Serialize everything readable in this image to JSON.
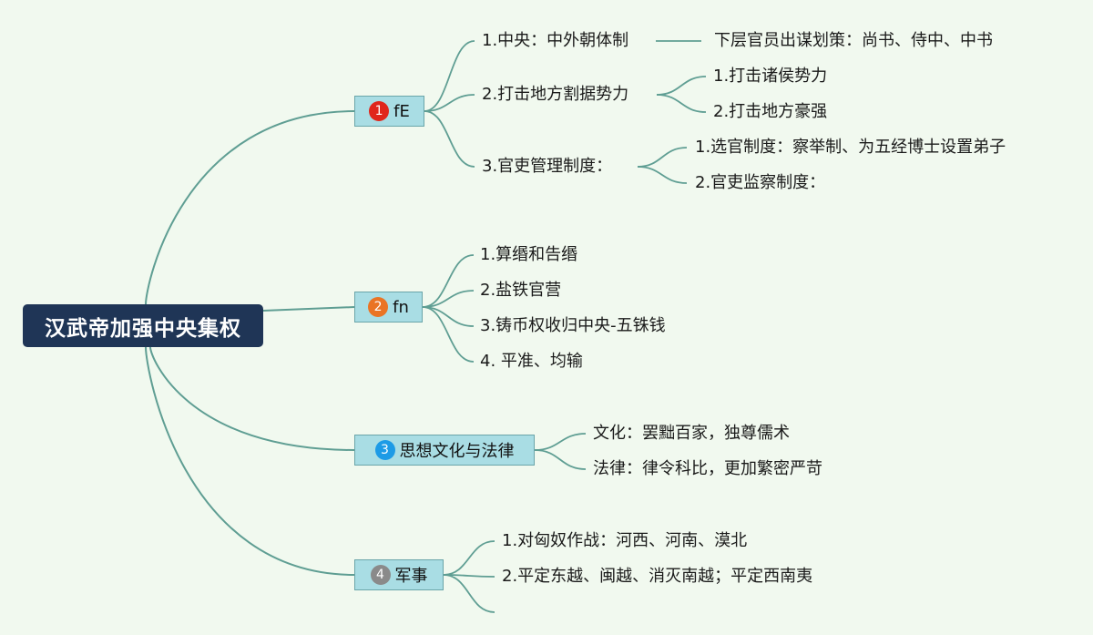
{
  "root": {
    "label": "汉武帝加强中央集权"
  },
  "topics": [
    {
      "marker": "1",
      "marker_color": "#e0261c",
      "label": "fE",
      "children": [
        {
          "label": "1.中央：中外朝体制",
          "children": [
            {
              "label": "下层官员出谋划策：尚书、侍中、中书"
            }
          ]
        },
        {
          "label": "2.打击地方割据势力",
          "children": [
            {
              "label": "1.打击诸侯势力"
            },
            {
              "label": "2.打击地方豪强"
            }
          ]
        },
        {
          "label": "3.官吏管理制度：",
          "children": [
            {
              "label": "1.选官制度：察举制、为五经博士设置弟子"
            },
            {
              "label": "2.官吏监察制度："
            }
          ]
        }
      ]
    },
    {
      "marker": "2",
      "marker_color": "#ea7424",
      "label": "fn",
      "children": [
        {
          "label": "1.算缗和告缗"
        },
        {
          "label": "2.盐铁官营"
        },
        {
          "label": "3.铸币权收归中央-五铢钱"
        },
        {
          "label": "4. 平准、均输"
        }
      ]
    },
    {
      "marker": "3",
      "marker_color": "#1d9be6",
      "label": "思想文化与法律",
      "children": [
        {
          "label": "文化：罢黜百家，独尊儒术"
        },
        {
          "label": "法律：律令科比，更加繁密严苛"
        }
      ]
    },
    {
      "marker": "4",
      "marker_color": "#8a8a8a",
      "label": "军事",
      "children": [
        {
          "label": "1.对匈奴作战：河西、河南、漠北"
        },
        {
          "label": "2.平定东越、闽越、消灭南越；平定西南夷"
        },
        {
          "label": ""
        }
      ]
    }
  ],
  "colors": {
    "line": "#5f9e93",
    "root_bg": "#1f3556",
    "topic_bg": "#a9dde4"
  }
}
